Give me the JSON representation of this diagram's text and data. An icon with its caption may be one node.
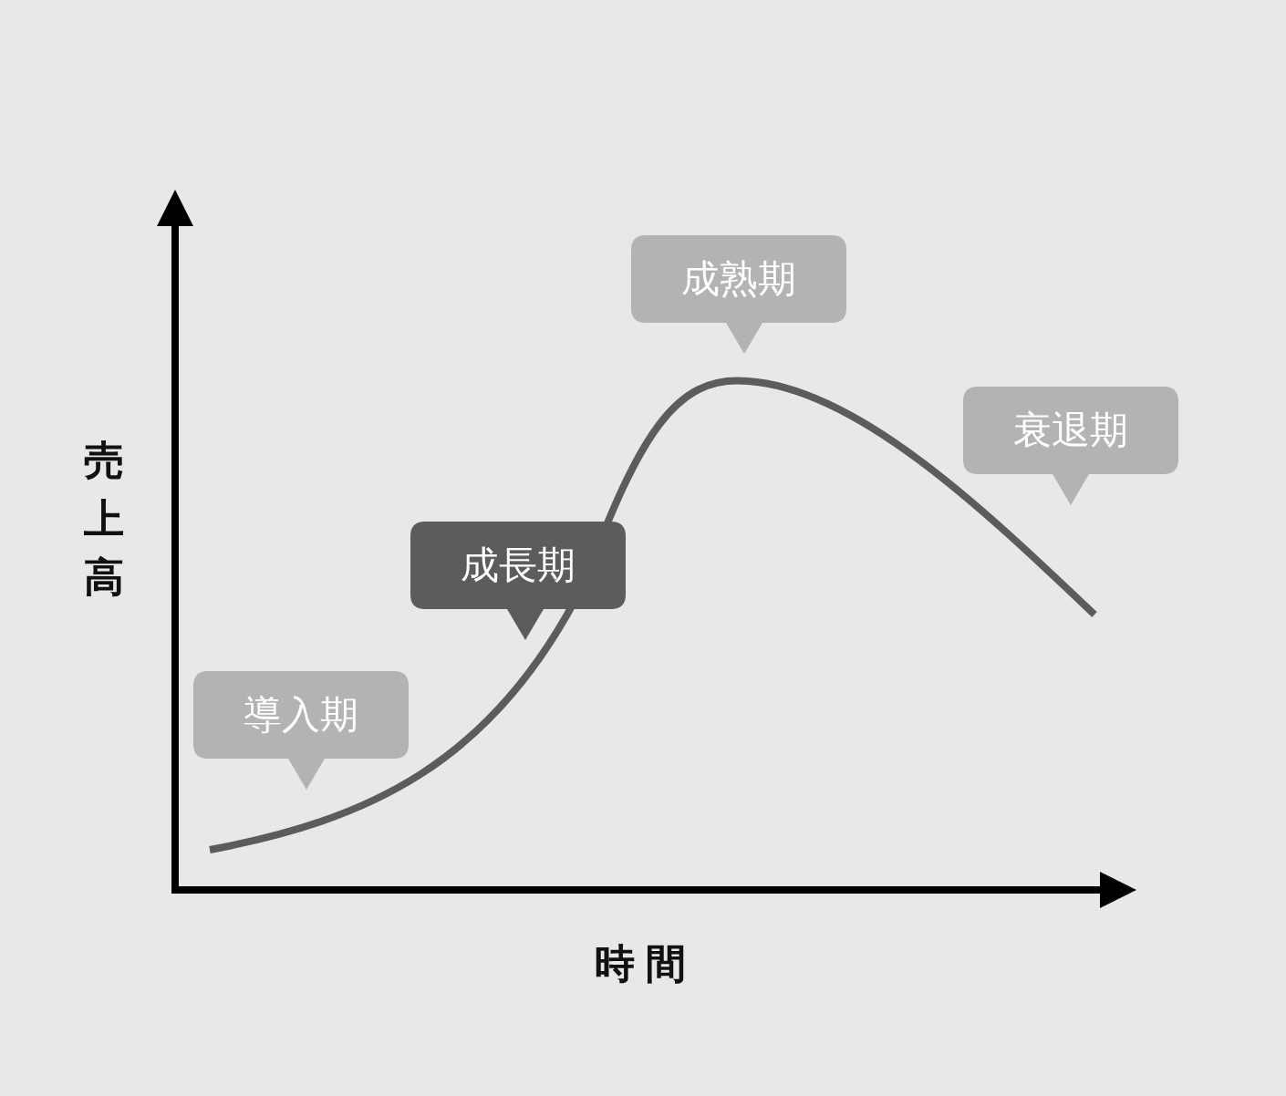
{
  "diagram": {
    "nodes": [
      {
        "text": [
          "導入期"
        ]
      },
      {
        "text": [
          "成長期"
        ]
      },
      {
        "text": [
          "成熟期"
        ]
      },
      {
        "text": [
          "衰退期"
        ]
      }
    ],
    "labels": [
      "売上高",
      "時間"
    ]
  }
}
